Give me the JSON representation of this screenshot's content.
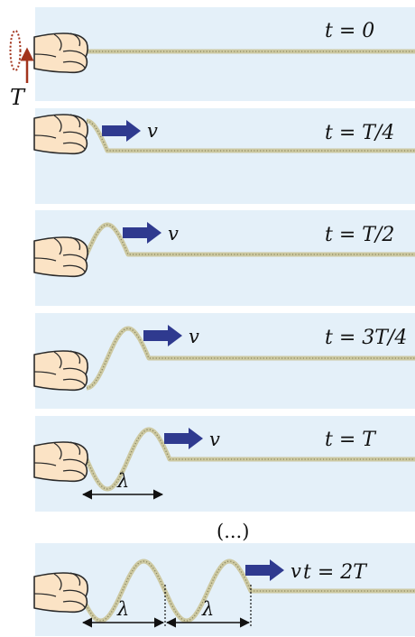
{
  "colors": {
    "panel_bg": "#e4f0f9",
    "rope": "#cdc9a2",
    "rope_dots": "#8a8660",
    "hand_fill": "#fbe3c5",
    "hand_stroke": "#2a2a2a",
    "arrow": "#2f3a8f",
    "period_marker": "#a2341c",
    "text": "#111111"
  },
  "labels": {
    "period": "T",
    "velocity": "v",
    "wavelength": "λ",
    "ellipsis": "(...)"
  },
  "panels": [
    {
      "time": "t = 0",
      "waves": 0,
      "velocity_arrow": false,
      "wavelength_marks": 0
    },
    {
      "time": "t = T/4",
      "waves": 0.25,
      "velocity_arrow": true,
      "wavelength_marks": 0
    },
    {
      "time": "t = T/2",
      "waves": 0.5,
      "velocity_arrow": true,
      "wavelength_marks": 0
    },
    {
      "time": "t = 3T/4",
      "waves": 0.75,
      "velocity_arrow": true,
      "wavelength_marks": 0
    },
    {
      "time": "t = T",
      "waves": 1,
      "velocity_arrow": true,
      "wavelength_marks": 1
    },
    {
      "time": "t = 2T",
      "waves": 2,
      "velocity_arrow": true,
      "wavelength_marks": 2
    }
  ]
}
